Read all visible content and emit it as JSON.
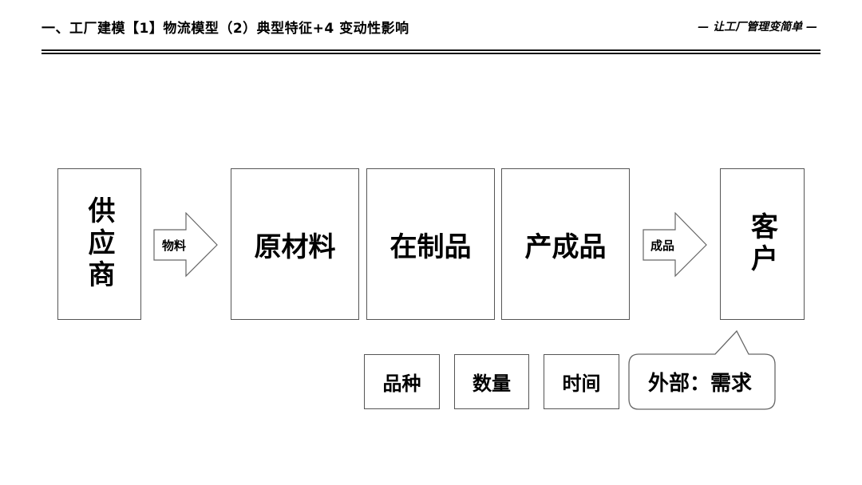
{
  "header": {
    "title": "一、工厂建模【1】物流模型（2）典型特征+4 变动性影响",
    "slogan": "— 让工厂管理变简单 —"
  },
  "flow": {
    "supplier": "供应商",
    "arrow_in": "物料",
    "raw_material": "原材料",
    "wip": "在制品",
    "finished_goods": "产成品",
    "arrow_out": "成品",
    "customer": "客户"
  },
  "factors": {
    "items": [
      "品种",
      "数量",
      "时间"
    ],
    "callout": "外部：需求"
  },
  "colors": {
    "border": "#555555",
    "text": "#000000",
    "background": "#ffffff"
  }
}
